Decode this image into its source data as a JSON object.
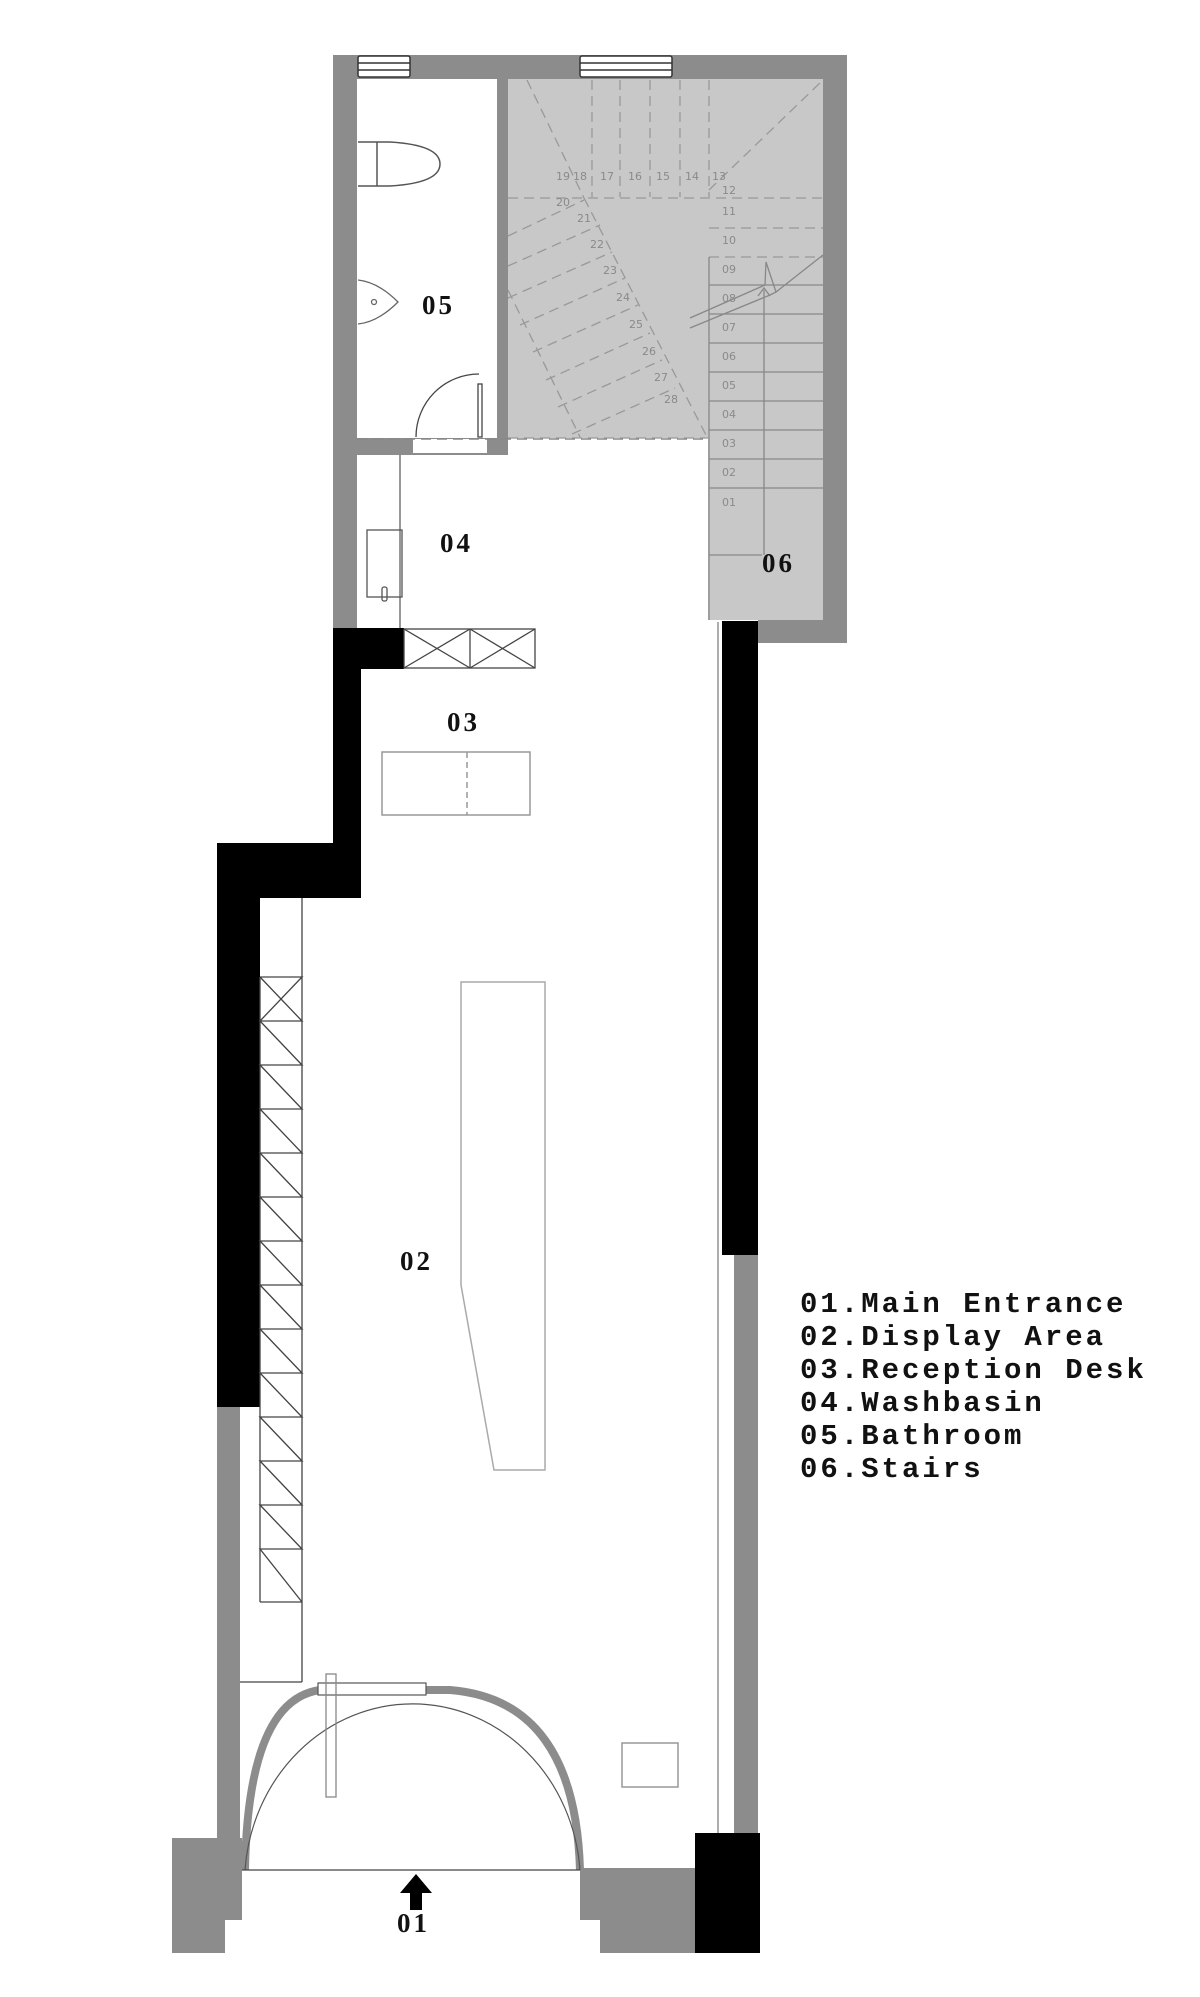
{
  "diagram": {
    "type": "architectural-floor-plan",
    "colors": {
      "wall_gray": "#8c8c8c",
      "wall_black": "#000000",
      "stair_fill": "#c8c8c8",
      "line_gray": "#9a9a9a"
    },
    "room_labels": {
      "main_entrance": "01",
      "display_area": "02",
      "reception_desk": "03",
      "washbasin": "04",
      "bathroom": "05",
      "stairs": "06"
    },
    "stair_steps_lower": [
      "01",
      "02",
      "03",
      "04",
      "05",
      "06",
      "07",
      "08",
      "09",
      "10",
      "11",
      "12"
    ],
    "stair_steps_top": [
      "13",
      "14",
      "15",
      "16",
      "17",
      "18",
      "19"
    ],
    "stair_steps_diagonal": [
      "20",
      "21",
      "22",
      "23",
      "24",
      "25",
      "26",
      "27",
      "28"
    ],
    "entrance_arrow": "up-arrow"
  },
  "legend": {
    "items": [
      {
        "number": "01",
        "label": "Main Entrance"
      },
      {
        "number": "02",
        "label": "Display Area"
      },
      {
        "number": "03",
        "label": "Reception Desk"
      },
      {
        "number": "04",
        "label": "Washbasin"
      },
      {
        "number": "05",
        "label": "Bathroom"
      },
      {
        "number": "06",
        "label": "Stairs"
      }
    ],
    "lines": [
      "01.Main Entrance",
      "02.Display Area",
      "03.Reception Desk",
      "04.Washbasin",
      "05.Bathroom",
      "06.Stairs"
    ]
  }
}
